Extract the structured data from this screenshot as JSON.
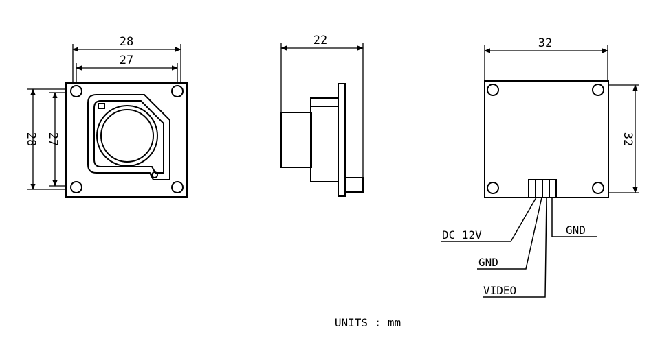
{
  "front_view": {
    "outer_width": "28",
    "hole_spacing_width": "27",
    "outer_height": "28",
    "hole_spacing_height": "27"
  },
  "side_view": {
    "depth": "22"
  },
  "back_view": {
    "width": "32",
    "height": "32"
  },
  "connector_pins": {
    "power": "DC 12V",
    "ground_1": "GND",
    "ground_2": "GND",
    "video": "VIDEO"
  },
  "units_note": "UNITS : mm"
}
